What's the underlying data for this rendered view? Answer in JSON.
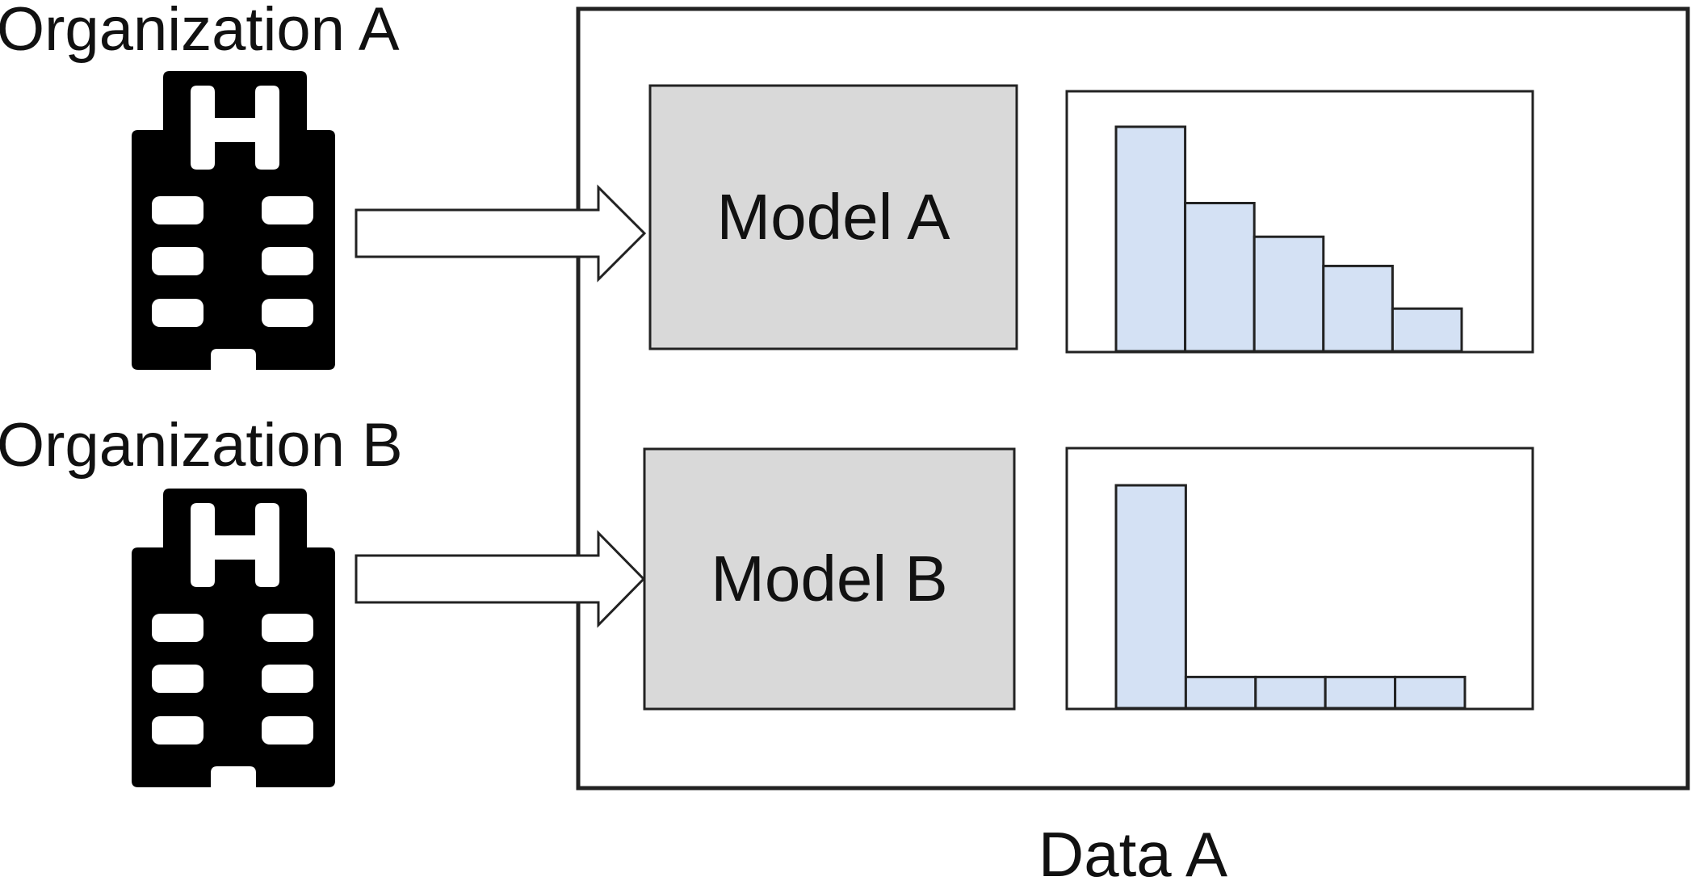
{
  "organizations": [
    {
      "label": "Organization A",
      "icon": "hospital-building-icon"
    },
    {
      "label": "Organization B",
      "icon": "hospital-building-icon"
    }
  ],
  "models": [
    {
      "label": "Model A",
      "fill": "#d9d9d9"
    },
    {
      "label": "Model B",
      "fill": "#d9d9d9"
    }
  ],
  "data_container": {
    "label": "Data A"
  },
  "colors": {
    "bar_fill": "#d4e1f4",
    "stroke": "#222222",
    "icon": "#000000"
  },
  "histograms": [
    {
      "values": [
        100,
        66,
        51,
        38,
        19
      ]
    },
    {
      "values": [
        100,
        14,
        14,
        14,
        14
      ]
    }
  ]
}
